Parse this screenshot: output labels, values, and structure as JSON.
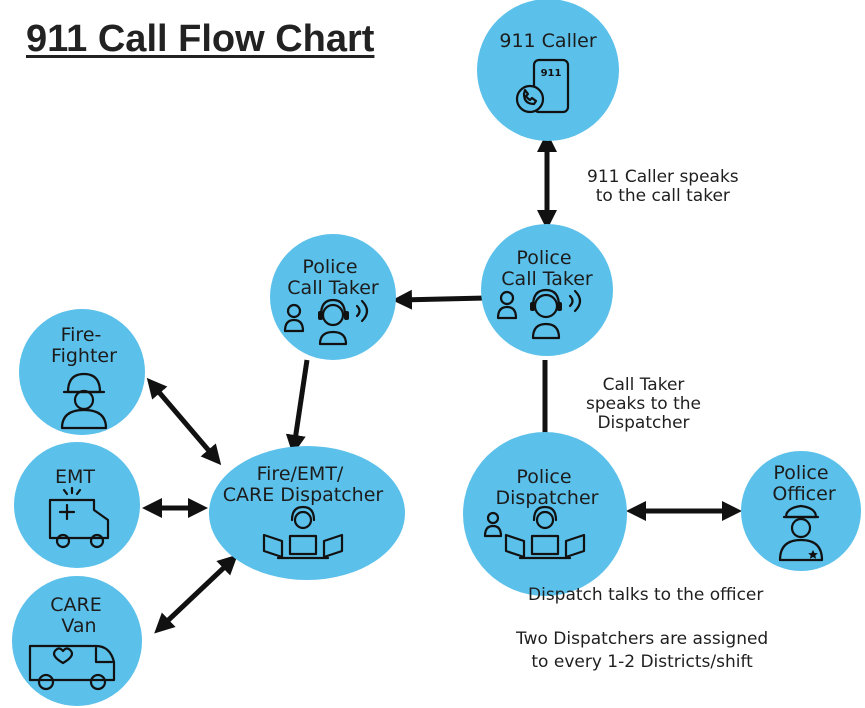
{
  "title": "911 Call Flow Chart",
  "colors": {
    "node": "#5bc0ea",
    "arrow": "#111111",
    "text": "#1c1c1c"
  },
  "nodes": {
    "caller": {
      "lines": [
        "911 Caller"
      ],
      "icon": "phone-911-icon",
      "phone_text": "911"
    },
    "police_call_taker_main": {
      "lines": [
        "Police",
        "Call Taker"
      ],
      "icon": "call-taker-headset-icon"
    },
    "police_call_taker_left": {
      "lines": [
        "Police",
        "Call Taker"
      ],
      "icon": "call-taker-headset-icon"
    },
    "firefighter": {
      "lines": [
        "Fire-",
        "Fighter"
      ],
      "icon": "firefighter-icon"
    },
    "emt": {
      "lines": [
        "EMT"
      ],
      "icon": "ambulance-icon"
    },
    "care_dispatcher": {
      "lines": [
        "Fire/EMT/",
        "CARE Dispatcher"
      ],
      "icon": "dispatcher-monitors-icon"
    },
    "care_van": {
      "lines": [
        "CARE",
        "Van"
      ],
      "icon": "care-van-icon"
    },
    "police_dispatcher": {
      "lines": [
        "Police",
        "Dispatcher"
      ],
      "icon": "dispatcher-monitors-icon"
    },
    "police_officer": {
      "lines": [
        "Police",
        "Officer"
      ],
      "icon": "police-officer-icon"
    }
  },
  "notes": {
    "caller_speaks": "911 Caller speaks\nto the call taker",
    "taker_speaks": "Call Taker\nspeaks to the\nDispatcher",
    "dispatch_talks": "Dispatch talks to the officer",
    "two_dispatchers": "Two Dispatchers are assigned\nto every 1-2 Districts/shift"
  }
}
